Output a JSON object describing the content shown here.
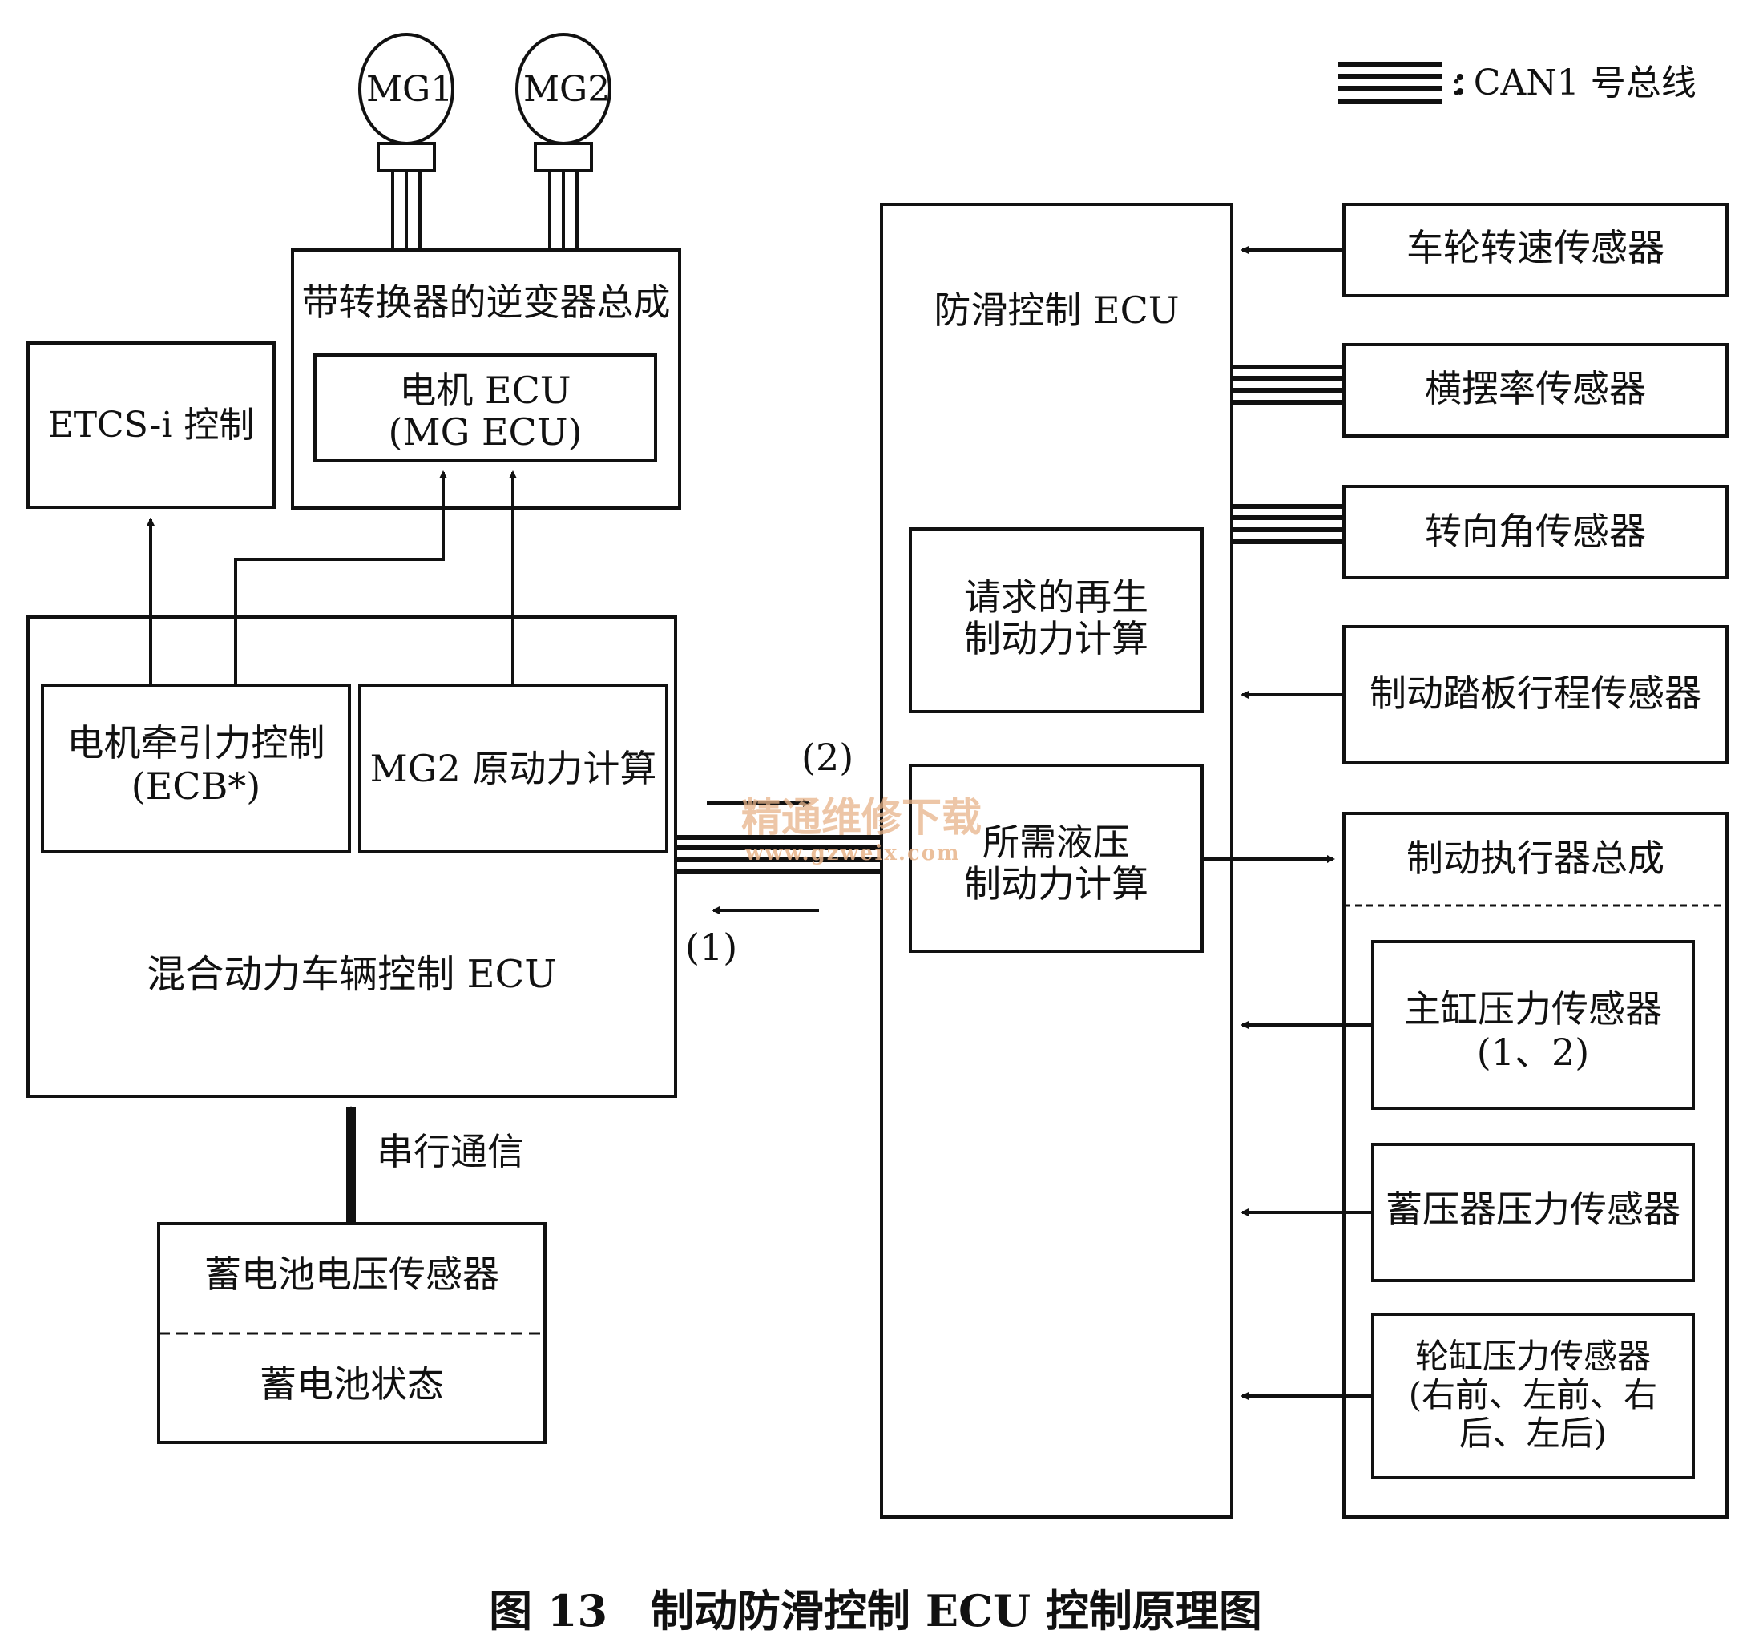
{
  "motors": {
    "mg1": "MG1",
    "mg2": "MG2"
  },
  "legend": {
    "label": ": CAN1 号总线"
  },
  "inverter": {
    "title": "带转换器的逆变器总成",
    "motor_ecu_line1": "电机 ECU",
    "motor_ecu_line2": "(MG ECU)"
  },
  "etcs": {
    "label": "ETCS-i 控制"
  },
  "hv_ecu": {
    "title": "混合动力车辆控制 ECU",
    "traction_line1": "电机牵引力控制",
    "traction_line2": "(ECB*)",
    "mg2_calc": "MG2 原动力计算"
  },
  "battery": {
    "voltage_sensor": "蓄电池电压传感器",
    "state": "蓄电池状态",
    "serial_comm": "串行通信"
  },
  "skid_ecu": {
    "title": "防滑控制 ECU",
    "regen_line1": "请求的再生",
    "regen_line2": "制动力计算",
    "hydraulic_line1": "所需液压",
    "hydraulic_line2": "制动力计算"
  },
  "signals": {
    "s1": "(1)",
    "s2": "(2)"
  },
  "sensors": {
    "wheel_speed": "车轮转速传感器",
    "yaw_rate": "横摆率传感器",
    "steering_angle": "转向角传感器",
    "pedal_stroke": "制动踏板行程传感器"
  },
  "actuator": {
    "title": "制动执行器总成",
    "master_line1": "主缸压力传感器",
    "master_line2": "(1、2)",
    "accumulator": "蓄压器压力传感器",
    "wheel_cyl_line1": "轮缸压力传感器",
    "wheel_cyl_line2": "(右前、左前、右",
    "wheel_cyl_line3": "后、左后)"
  },
  "watermark": {
    "text1": "精通维修下载",
    "text2": "www.gzweix.com"
  },
  "caption": "图 13　制动防滑控制 ECU 控制原理图"
}
